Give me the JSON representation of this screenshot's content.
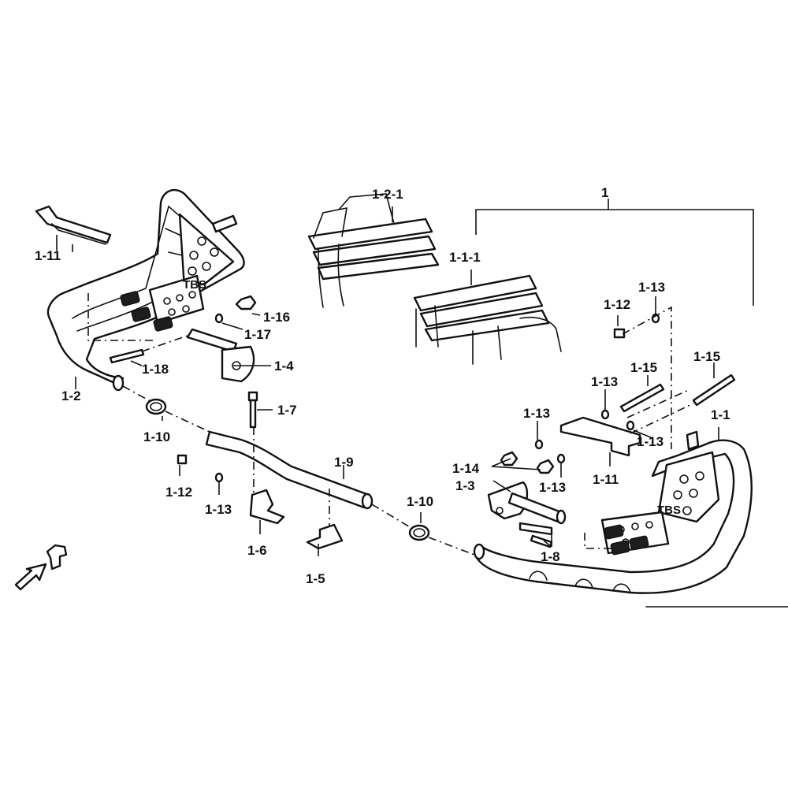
{
  "emblem_text": "TBS",
  "callouts": {
    "c_1": "1",
    "c_1_1": "1-1",
    "c_1_1_1": "1-1-1",
    "c_1_2": "1-2",
    "c_1_2_1": "1-2-1",
    "c_1_3": "1-3",
    "c_1_4": "1-4",
    "c_1_5": "1-5",
    "c_1_6": "1-6",
    "c_1_7": "1-7",
    "c_1_8": "1-8",
    "c_1_9": "1-9",
    "c_1_10_left": "1-10",
    "c_1_10_right": "1-10",
    "c_1_11_left": "1-11",
    "c_1_11_right": "1-11",
    "c_1_12_left": "1-12",
    "c_1_12_right": "1-12",
    "c_1_13_a": "1-13",
    "c_1_13_b": "1-13",
    "c_1_13_c": "1-13",
    "c_1_13_d": "1-13",
    "c_1_13_e": "1-13",
    "c_1_13_f": "1-13",
    "c_1_14": "1-14",
    "c_1_15_a": "1-15",
    "c_1_15_b": "1-15",
    "c_1_16": "1-16",
    "c_1_17": "1-17",
    "c_1_18": "1-18"
  }
}
